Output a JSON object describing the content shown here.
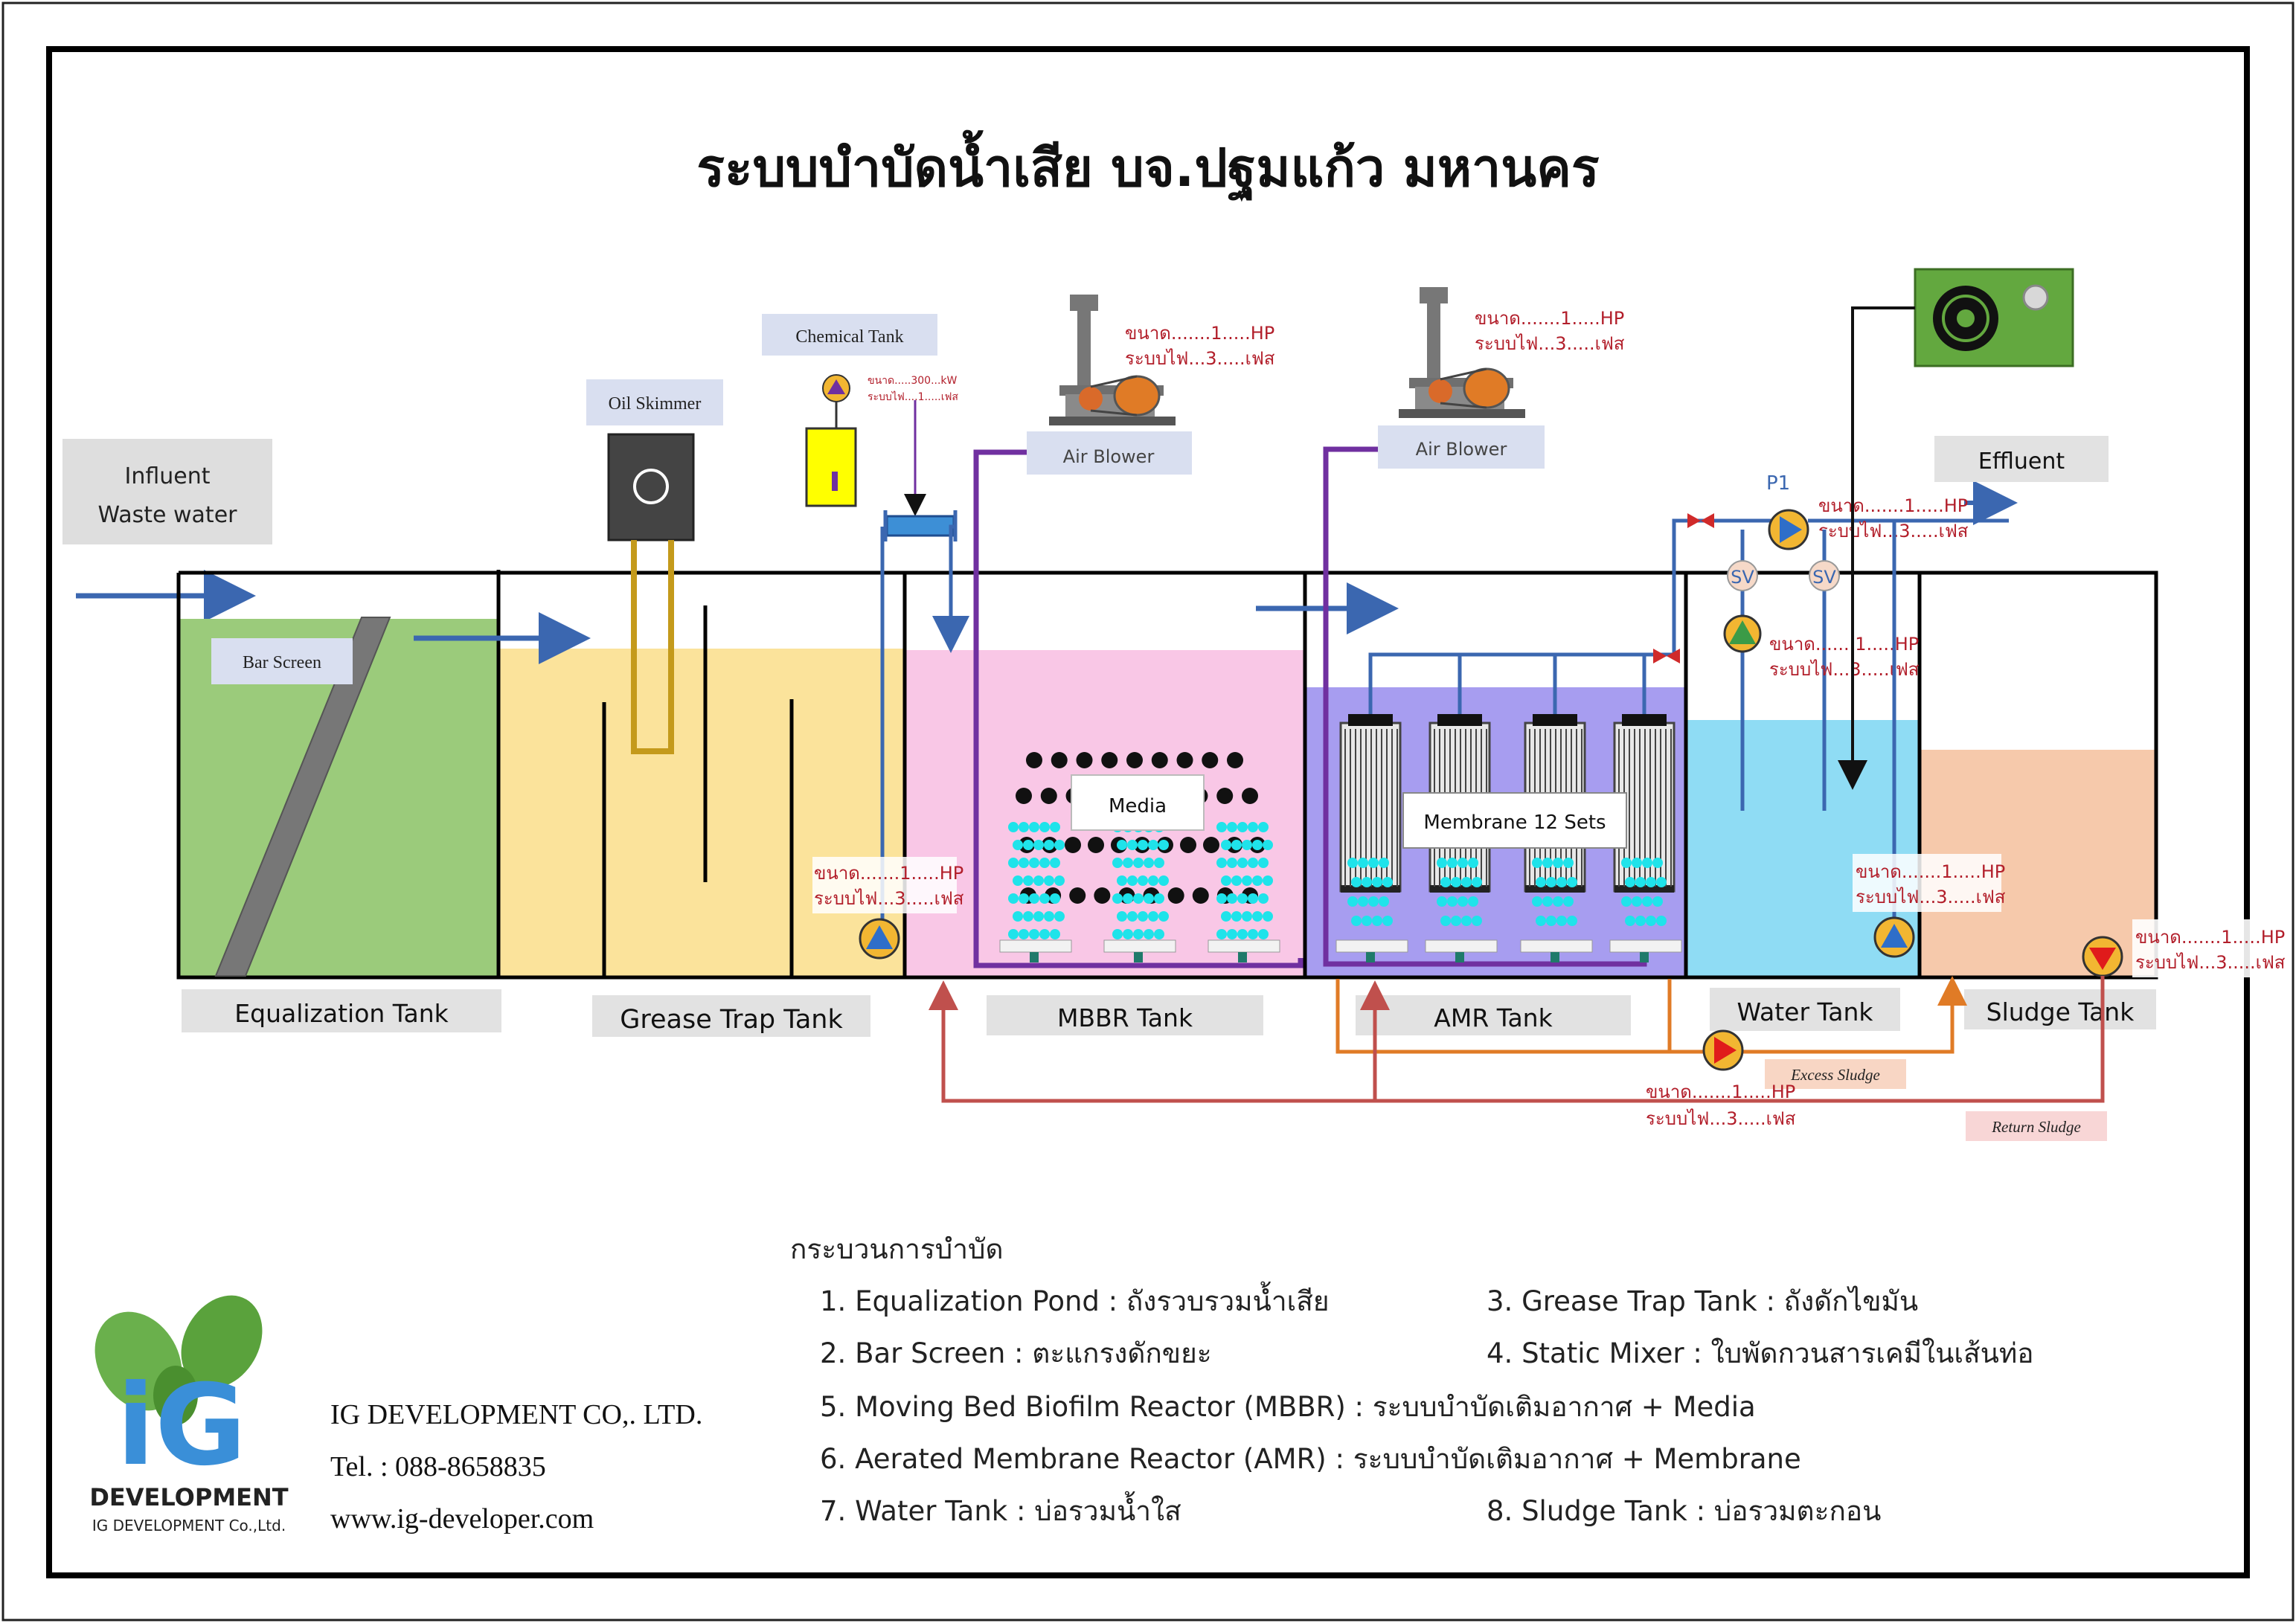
{
  "title": "ระบบบำบัดน้ำเสีย บจ.ปฐมแก้ว มหานคร",
  "influent": {
    "line1": "Influent",
    "line2": "Waste water"
  },
  "effluent": "Effluent",
  "equipment": {
    "bar_screen": "Bar Screen",
    "oil_skimmer": "Oil Skimmer",
    "chemical_tank": "Chemical Tank",
    "air_blower_1": "Air Blower",
    "air_blower_2": "Air Blower",
    "media": "Media",
    "membrane": "Membrane 12 Sets",
    "pump_p1": "P1",
    "sv1": "SV",
    "sv2": "SV",
    "excess_sludge": "Excess Sludge",
    "return_sludge": "Return Sludge"
  },
  "tanks": {
    "equalization": "Equalization  Tank",
    "grease_trap": "Grease Trap Tank",
    "mbbr": "MBBR Tank",
    "amr": "AMR Tank",
    "water": "Water Tank",
    "sludge": "Sludge Tank"
  },
  "ratings": {
    "blower1": {
      "size": "ขนาด.......1.....HP",
      "power": "ระบบไฟ...3.....เฟส"
    },
    "blower2": {
      "size": "ขนาด.......1.....HP",
      "power": "ระบบไฟ...3.....เฟส"
    },
    "chemical": {
      "size": "ขนาด.....300...kW",
      "power": "ระบบไฟ....1.....เฟส"
    },
    "p1": {
      "size": "ขนาด.......1.....HP",
      "power": "ระบบไฟ...3.....เฟส"
    },
    "water_pump": {
      "size": "ขนาด.......1.....HP",
      "power": "ระบบไฟ...3.....เฟส"
    },
    "grease_pump": {
      "size": "ขนาด.......1.....HP",
      "power": "ระบบไฟ...3.....เฟส"
    },
    "water_tank_pump": {
      "size": "ขนาด.......1.....HP",
      "power": "ระบบไฟ...3.....เฟส"
    },
    "sludge_pump": {
      "size": "ขนาด.......1.....HP",
      "power": "ระบบไฟ...3.....เฟส"
    },
    "return_pump": {
      "size": "ขนาด.......1.....HP",
      "power": "ระบบไฟ...3.....เฟส"
    }
  },
  "process": {
    "heading": "กระบวนการบำบัด",
    "items": [
      "1. Equalization  Pond : ถังรวบรวมน้ำเสีย",
      "3. Grease Trap Tank : ถังดักไขมัน",
      "2. Bar Screen : ตะแกรงดักขยะ",
      "4. Static Mixer : ใบพัดกวนสารเคมีในเส้นท่อ",
      "5. Moving Bed Biofilm Reactor (MBBR) : ระบบบำบัดเติมอากาศ + Media",
      "6. Aerated Membrane Reactor (AMR) : ระบบบำบัดเติมอากาศ + Membrane",
      "7. Water Tank : บ่อรวมน้ำใส",
      "8. Sludge Tank : บ่อรวมตะกอน"
    ]
  },
  "company": {
    "logo_text": "iG",
    "logo_word": "DEVELOPMENT",
    "logo_sub": "IG DEVELOPMENT Co.,Ltd.",
    "name": "IG DEVELOPMENT CO,. LTD.",
    "tel": "Tel. : 088-8658835",
    "web": "www.ig-developer.com"
  },
  "colors": {
    "equalization": "#9bcb7b",
    "grease": "#fbe39b",
    "mbbr": "#f9c7e6",
    "amr": "#a79df0",
    "water": "#8fdcf4",
    "sludge": "#f6c9ab",
    "pipe_blue": "#3b67b0",
    "pipe_purple": "#7030a0",
    "pipe_red": "#c0504d",
    "pipe_orange": "#e07b26",
    "label_bg": "#d9dff0",
    "gray_bg": "#e2e2e2"
  }
}
